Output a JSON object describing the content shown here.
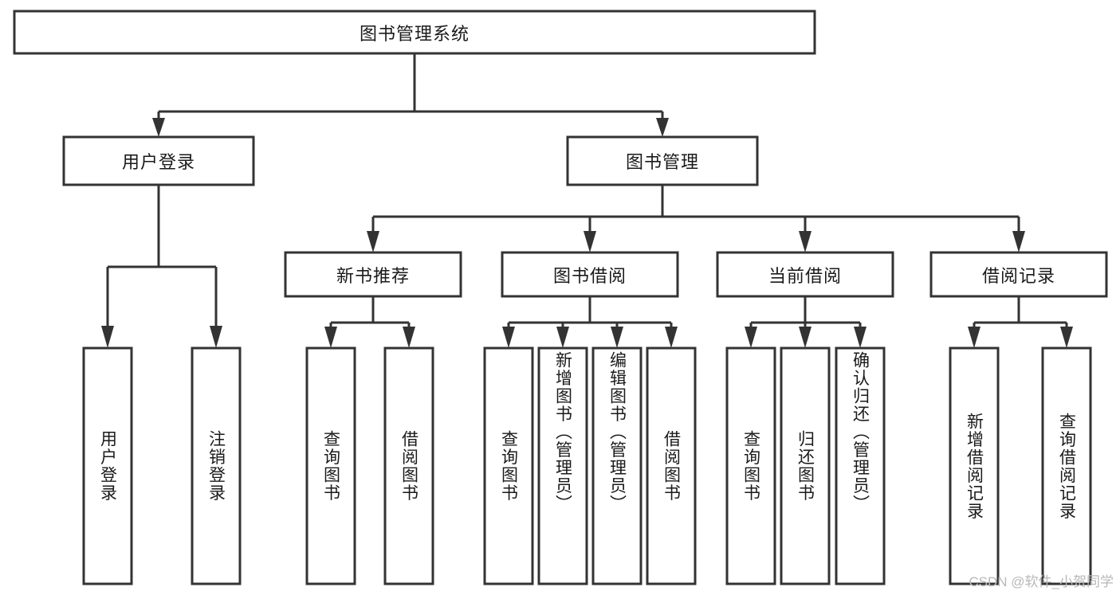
{
  "diagram": {
    "title": "图书管理系统",
    "type": "tree",
    "watermark": "CSDN @软件_小贺同学",
    "colors": {
      "stroke": "#333333",
      "box_fill": "#ffffff",
      "text": "#1a1a1a",
      "watermark": "#b8b8b8",
      "background": "#ffffff"
    },
    "root": {
      "id": "root",
      "label": "图书管理系统",
      "orientation": "horizontal"
    },
    "level2": [
      {
        "id": "user-login",
        "label": "用户登录",
        "orientation": "horizontal"
      },
      {
        "id": "book-manage",
        "label": "图书管理",
        "orientation": "horizontal"
      }
    ],
    "level3": [
      {
        "id": "new-book-recommend",
        "label": "新书推荐",
        "orientation": "horizontal",
        "parent": "book-manage"
      },
      {
        "id": "book-borrow",
        "label": "图书借阅",
        "orientation": "horizontal",
        "parent": "book-manage"
      },
      {
        "id": "current-borrow",
        "label": "当前借阅",
        "orientation": "horizontal",
        "parent": "book-manage"
      },
      {
        "id": "borrow-record",
        "label": "借阅记录",
        "orientation": "horizontal",
        "parent": "book-manage"
      }
    ],
    "leaves": {
      "user_login": [
        {
          "id": "leaf-user-login",
          "label": "用户登录"
        },
        {
          "id": "leaf-logout-login",
          "label": "注销登录"
        }
      ],
      "new_book_recommend": [
        {
          "id": "leaf-query-book-1",
          "label": "查询图书"
        },
        {
          "id": "leaf-borrow-book-1",
          "label": "借阅图书"
        }
      ],
      "book_borrow": [
        {
          "id": "leaf-query-book-2",
          "label": "查询图书"
        },
        {
          "id": "leaf-add-book",
          "label": "新增图书（管理员）"
        },
        {
          "id": "leaf-edit-book",
          "label": "编辑图书（管理员）"
        },
        {
          "id": "leaf-borrow-book-2",
          "label": "借阅图书"
        }
      ],
      "current_borrow": [
        {
          "id": "leaf-query-book-3",
          "label": "查询图书"
        },
        {
          "id": "leaf-return-book",
          "label": "归还图书"
        },
        {
          "id": "leaf-confirm-return",
          "label": "确认归还（管理员）"
        }
      ],
      "borrow_record": [
        {
          "id": "leaf-add-borrow-record",
          "label": "新增借阅记录"
        },
        {
          "id": "leaf-query-borrow-record",
          "label": "查询借阅记录"
        }
      ]
    }
  }
}
